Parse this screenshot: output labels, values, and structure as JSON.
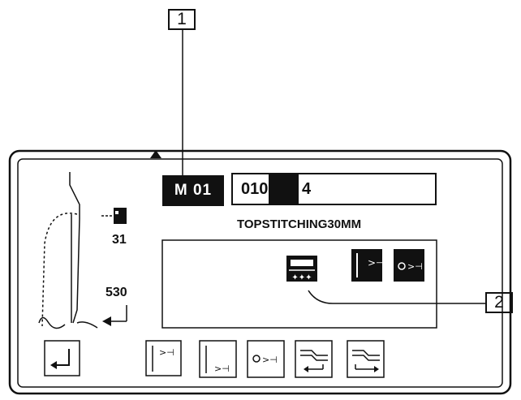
{
  "callouts": {
    "one": "1",
    "two": "2"
  },
  "screen": {
    "program_label": "M 01",
    "value_left": "010",
    "value_right": "4",
    "program_name": "TOPSTITCHING30MM",
    "top_value": "31",
    "bottom_value": "530"
  },
  "icons": {
    "status": [
      "presser-foot-icon",
      "thread-cutter-icon",
      "thread-clamp-icon"
    ],
    "buttons": [
      "enter-icon",
      "thread-cutter-icon",
      "thread-cutter-low-icon",
      "thread-clamp-icon",
      "stitch-back-icon",
      "stitch-forward-icon"
    ]
  }
}
